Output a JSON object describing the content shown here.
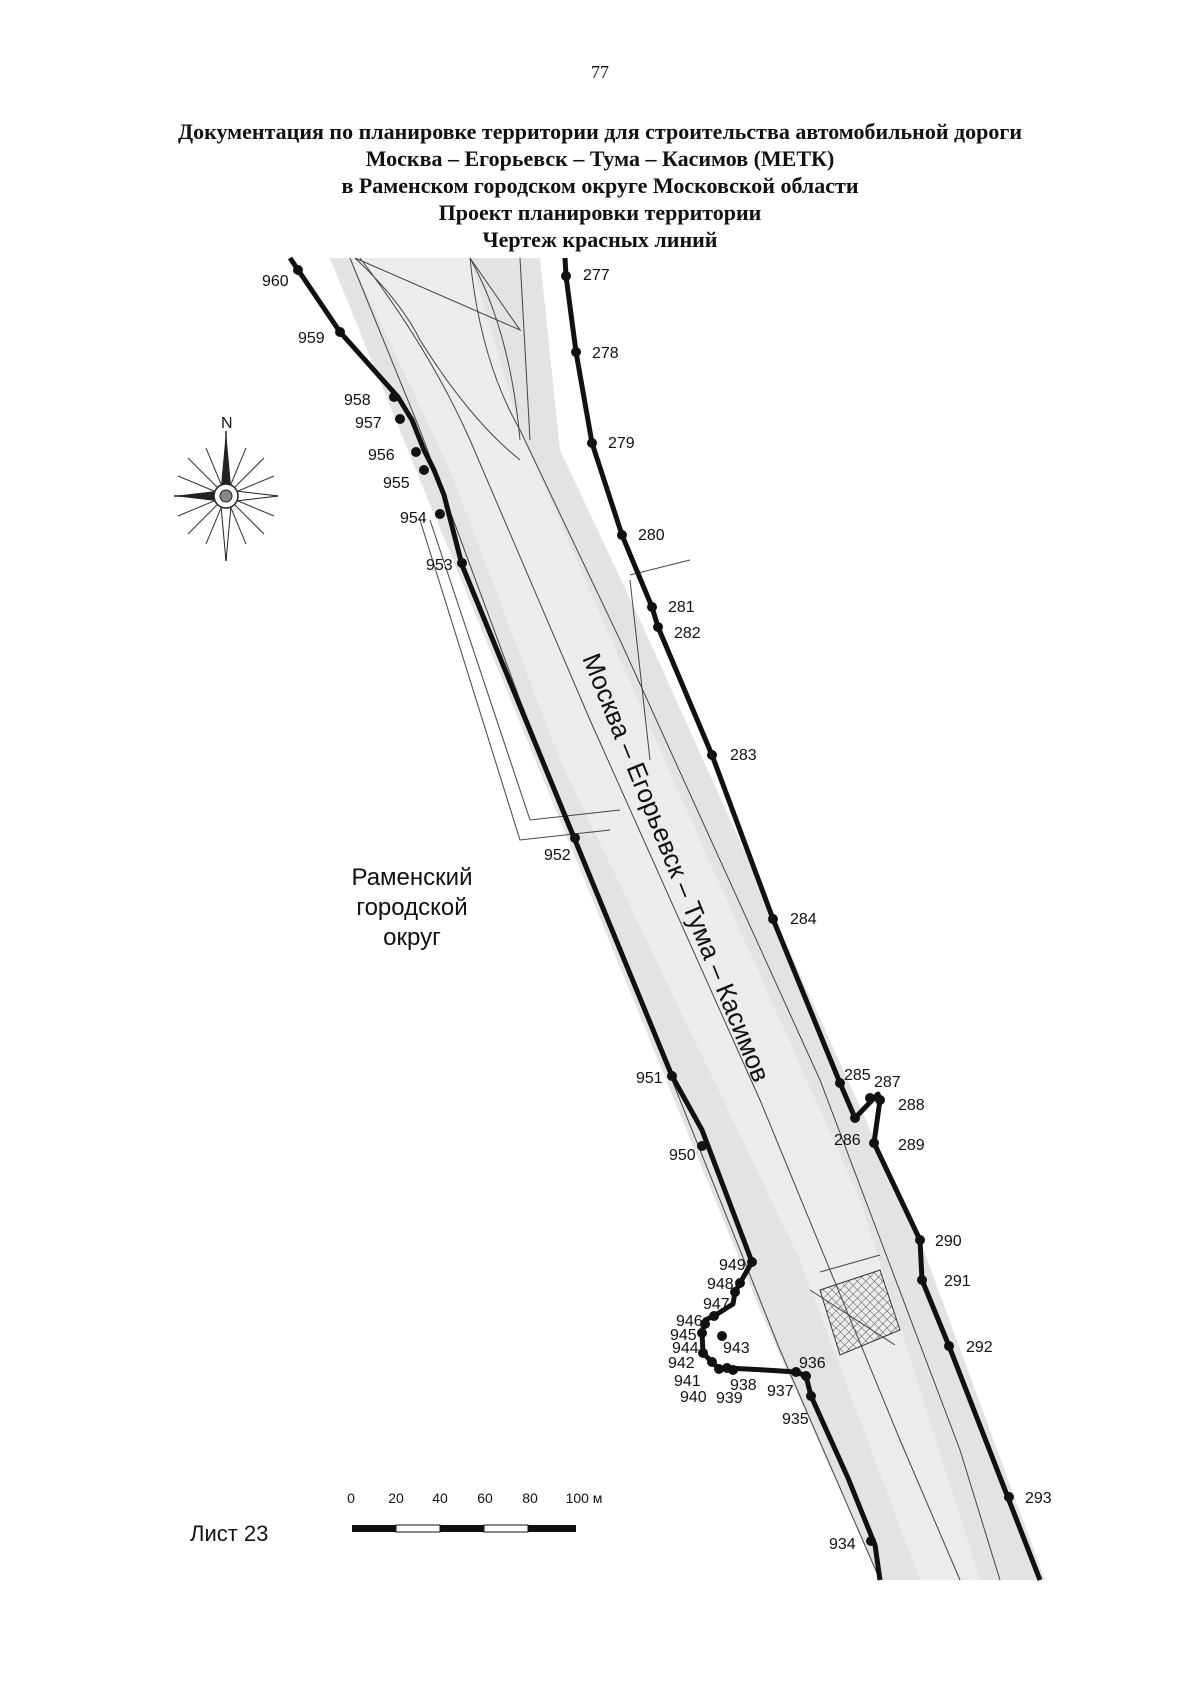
{
  "page_number": "77",
  "title_lines": [
    "Документация по планировке территории для строительства автомобильной дороги",
    "Москва – Егорьевск – Тума – Касимов (МЕТК)",
    "в Раменском городском округе Московской области",
    "Проект планировки территории",
    "Чертеж красных линий"
  ],
  "road_name": "Москва – Егорьевск – Тума – Касимов",
  "district_lines": [
    "Раменский",
    "городской",
    "округ"
  ],
  "compass_label": "N",
  "scale_bar": {
    "ticks": [
      "0",
      "20",
      "40",
      "60",
      "80",
      "100 м"
    ]
  },
  "sheet_label": "Лист 23",
  "colors": {
    "red_line": "#111111",
    "road_fill": "#d9d9d9",
    "text": "#111111"
  },
  "red_line_points": {
    "left": [
      "960",
      "959",
      "958",
      "957",
      "956",
      "955",
      "954",
      "953",
      "952",
      "951",
      "950",
      "949",
      "948",
      "947",
      "946",
      "945",
      "944",
      "943",
      "942",
      "941",
      "940",
      "939",
      "938",
      "937",
      "936",
      "935",
      "934"
    ],
    "right": [
      "277",
      "278",
      "279",
      "280",
      "281",
      "282",
      "283",
      "284",
      "285",
      "286",
      "287",
      "288",
      "289",
      "290",
      "291",
      "292",
      "293"
    ]
  }
}
